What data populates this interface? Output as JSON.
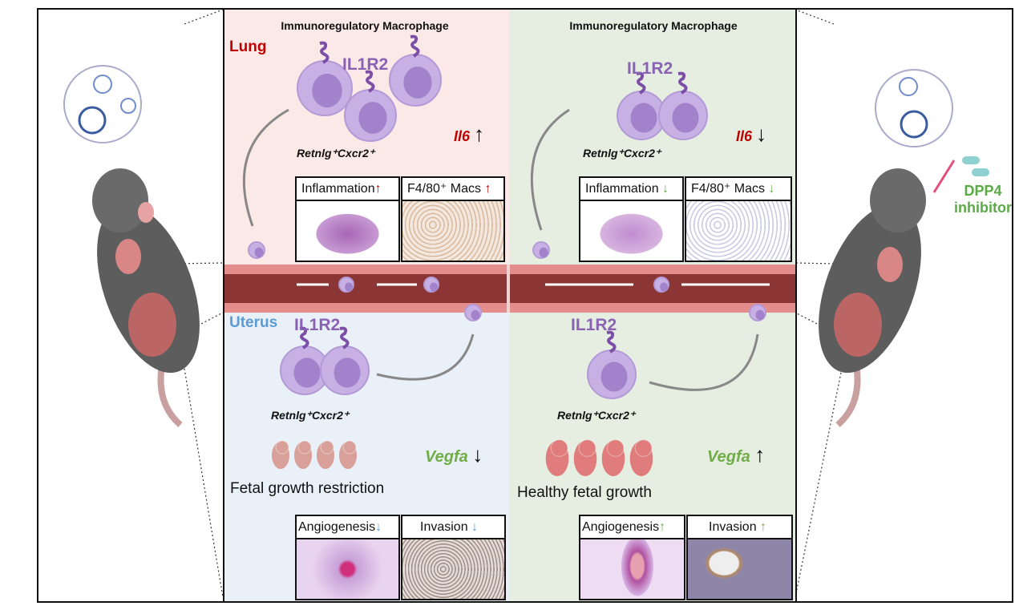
{
  "left": {
    "header": "Immunoregulatory Macrophage",
    "organ_top": "Lung",
    "receptor_top": "IL1R2",
    "cytokine": "Il6",
    "cytokine_trend": "up",
    "phenotype_top": "Retnlg⁺Cxcr2⁺",
    "panels_top": [
      {
        "label": "Inflammation",
        "trend": "up"
      },
      {
        "label": "F4/80⁺ Macs",
        "trend": "up"
      }
    ],
    "organ_bottom": "Uterus",
    "receptor_bottom": "IL1R2",
    "phenotype_bottom": "Retnlg⁺Cxcr2⁺",
    "growth_factor": "Vegfa",
    "growth_factor_trend": "down",
    "outcome": "Fetal growth restriction",
    "panels_bottom": [
      {
        "label": "Angiogenesis",
        "trend": "down"
      },
      {
        "label": "Invasion",
        "trend": "down"
      }
    ]
  },
  "right": {
    "header": "Immunoregulatory Macrophage",
    "receptor_top": "IL1R2",
    "cytokine": "Il6",
    "cytokine_trend": "down",
    "phenotype_top": "Retnlg⁺Cxcr2⁺",
    "panels_top": [
      {
        "label": "Inflammation",
        "trend": "down"
      },
      {
        "label": "F4/80⁺ Macs",
        "trend": "down"
      }
    ],
    "receptor_bottom": "IL1R2",
    "phenotype_bottom": "Retnlg⁺Cxcr2⁺",
    "growth_factor": "Vegfa",
    "growth_factor_trend": "up",
    "outcome": "Healthy fetal growth",
    "panels_bottom": [
      {
        "label": "Angiogenesis",
        "trend": "up"
      },
      {
        "label": "Invasion",
        "trend": "up"
      }
    ]
  },
  "treatment": "DPP4 inhibitor",
  "arrows": {
    "up": "↑",
    "down": "↓"
  },
  "colors": {
    "lung": "#c00000",
    "uterus": "#5b9bd5",
    "receptor": "#8a62b3",
    "vegfa": "#70ad47",
    "treatment": "#5aab46",
    "up_red": "#c00000",
    "down_green": "#70ad47",
    "down_blue": "#5b9bd5",
    "up_green": "#70ad47"
  }
}
